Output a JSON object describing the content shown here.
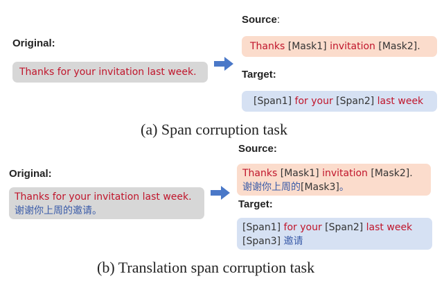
{
  "panel_a": {
    "original_label": "Original:",
    "original_text": "Thanks for your invitation last week.",
    "source_label": "Source",
    "source_colon": ":",
    "source_tokens": [
      {
        "text": "Thanks ",
        "color": "red"
      },
      {
        "text": "[Mask1] ",
        "color": "dark"
      },
      {
        "text": "invitation ",
        "color": "red"
      },
      {
        "text": "[Mask2].",
        "color": "dark"
      }
    ],
    "target_label": "Target:",
    "target_tokens": [
      {
        "text": "[Span1] ",
        "color": "dark"
      },
      {
        "text": "for your ",
        "color": "red"
      },
      {
        "text": "[Span2] ",
        "color": "dark"
      },
      {
        "text": "last week",
        "color": "red"
      }
    ],
    "caption": "(a) Span corruption task"
  },
  "panel_b": {
    "original_label": "Original:",
    "original_line1": "Thanks for your invitation last week.",
    "original_line2": "谢谢你上周的邀请。",
    "source_label": "Source:",
    "source_line1_tokens": [
      {
        "text": "Thanks ",
        "color": "red"
      },
      {
        "text": "[Mask1] ",
        "color": "dark"
      },
      {
        "text": "invitation ",
        "color": "red"
      },
      {
        "text": "[Mask2].",
        "color": "dark"
      }
    ],
    "source_line2_tokens": [
      {
        "text": "谢谢你上周的",
        "color": "zh"
      },
      {
        "text": "[Mask3]",
        "color": "dark"
      },
      {
        "text": "。",
        "color": "zh"
      }
    ],
    "target_label": "Target:",
    "target_line1_tokens": [
      {
        "text": "[Span1] ",
        "color": "dark"
      },
      {
        "text": "for your ",
        "color": "red"
      },
      {
        "text": "[Span2] ",
        "color": "dark"
      },
      {
        "text": "last week",
        "color": "red"
      }
    ],
    "target_line2_tokens": [
      {
        "text": "[Span3] ",
        "color": "dark"
      },
      {
        "text": "邀请",
        "color": "zh"
      }
    ],
    "caption": "(b) Translation span corruption task"
  },
  "colors": {
    "red": "#c0152b",
    "dark": "#333333",
    "zh": "#3a5ba8",
    "arrow": "#4a78c8",
    "gray_box": "#d7d7d7",
    "peach_box": "#fbdccc",
    "blue_box": "#d6e1f3"
  },
  "icons": {
    "arrow": "right-arrow-icon"
  }
}
